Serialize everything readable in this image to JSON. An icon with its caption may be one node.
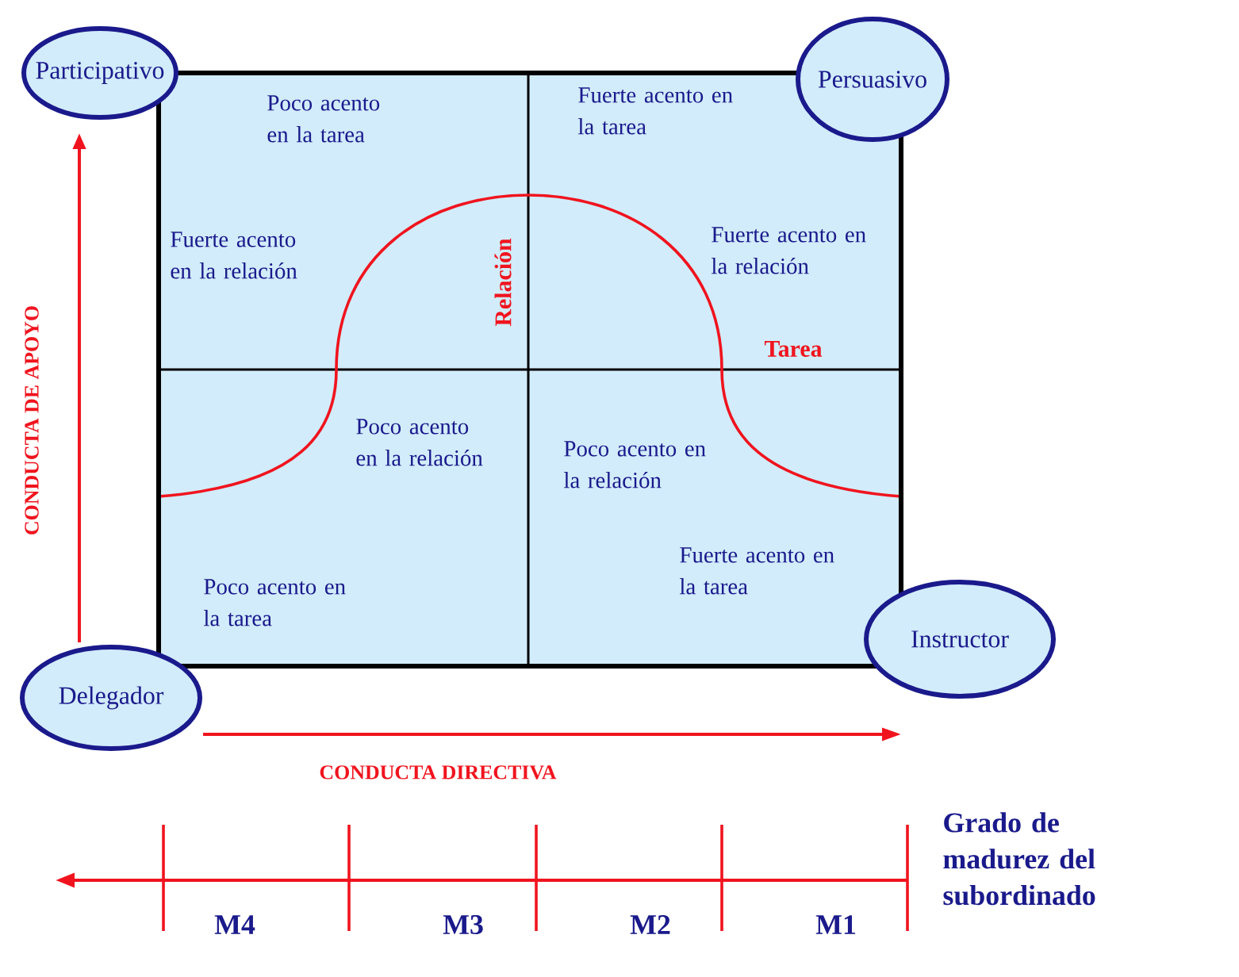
{
  "diagram": {
    "nodes": [
      {
        "text": [
          "Participativo"
        ]
      },
      {
        "text": [
          "Persuasivo"
        ]
      },
      {
        "text": [
          "Poco acento en la tarea",
          "Fuerte acento en la relación"
        ]
      },
      {
        "text": [
          "Fuerte acento en la tarea",
          "Fuerte acento en la relación"
        ]
      },
      {
        "text": [
          "Poco acento en la relación",
          "Poco acento en la tarea"
        ]
      },
      {
        "text": [
          "Poco acento en la relación",
          "Fuerte acento en la tarea"
        ]
      },
      {
        "text": [
          "Delegador"
        ]
      },
      {
        "text": [
          "Instructor"
        ]
      }
    ],
    "labels": [
      "Relación",
      "Tarea",
      "CONDUCTA DE APOYO",
      "CONDUCTA DIRECTIVA",
      "M4",
      "M3",
      "M2",
      "M1",
      "Grado de madurez del subordinado"
    ]
  }
}
